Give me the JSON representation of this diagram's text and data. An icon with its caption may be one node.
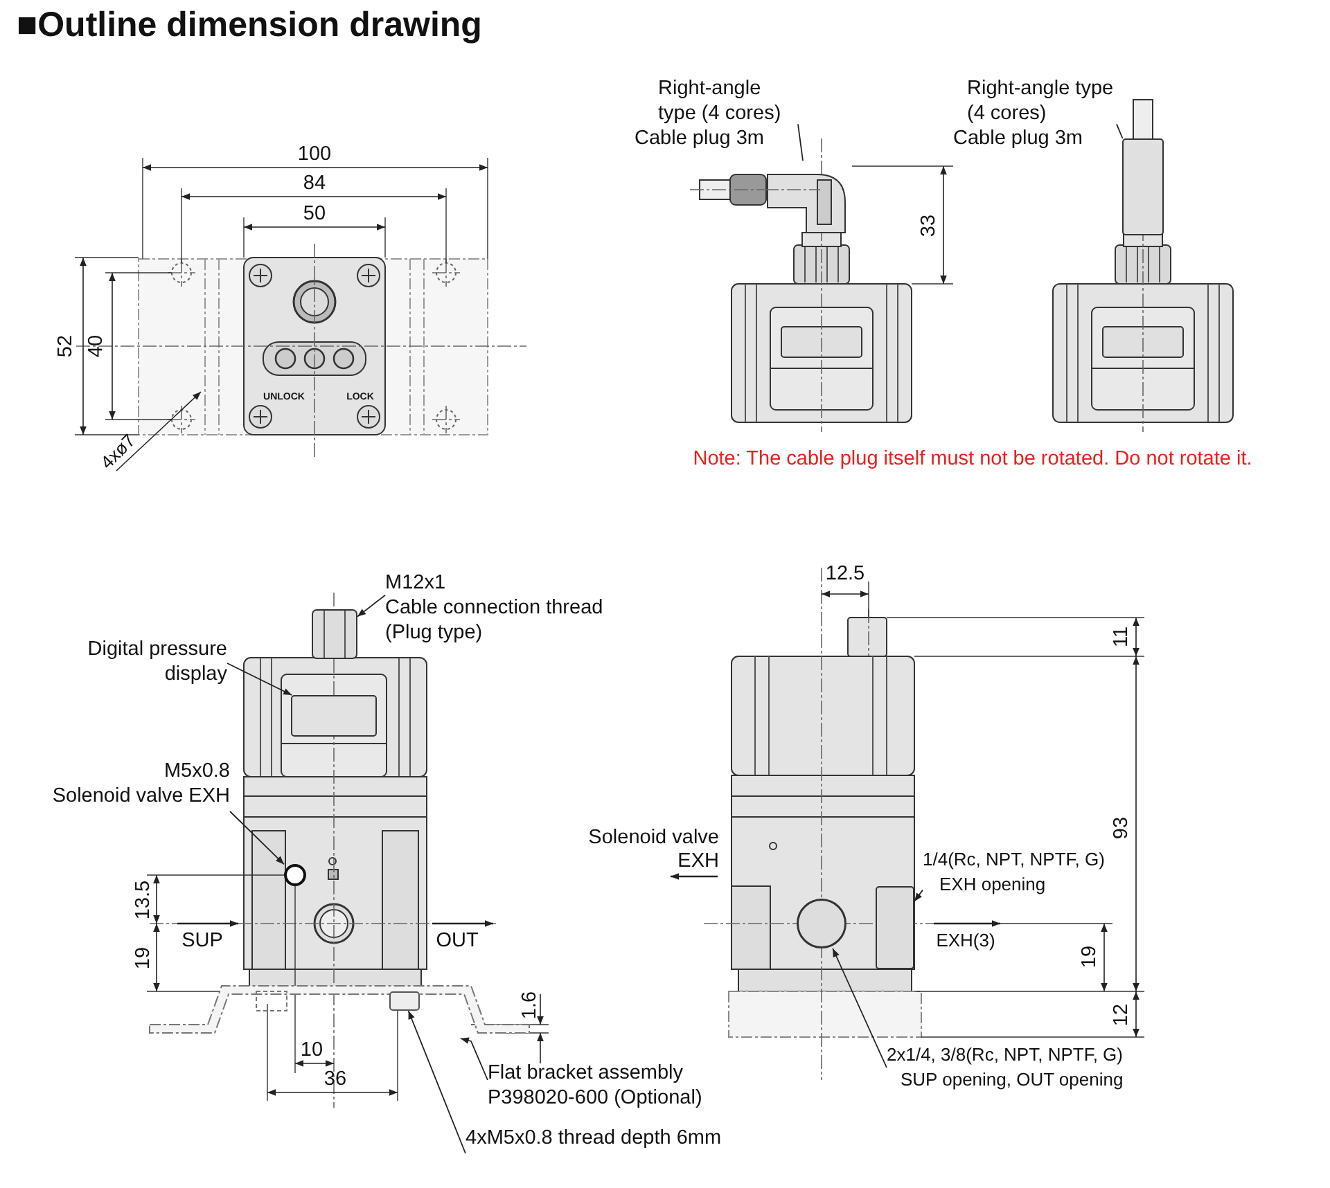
{
  "diagram": {
    "title": "■Outline dimension drawing",
    "nodes": [
      {
        "text": [
          "Right-angle type (4 cores)",
          "Cable plug 3m"
        ]
      },
      {
        "text": [],
        "shape": "picture"
      },
      {
        "text": [
          "Right-angle type (4 cores)",
          "Cable plug 3m"
        ]
      },
      {
        "text": [],
        "shape": "box"
      },
      {
        "text": [
          "M12x1",
          "Cable connection thread (Plug type)"
        ]
      },
      {
        "text": [],
        "shape": "picture"
      },
      {
        "text": [
          "Digital pressure display"
        ]
      },
      {
        "text": [],
        "shape": "box"
      },
      {
        "text": [
          "M5x0.8",
          "Solenoid valve EXH"
        ]
      },
      {
        "text": [],
        "shape": "circle"
      },
      {
        "text": [
          "Flat bracket assembly",
          "P398020-600 (Optional)"
        ]
      },
      {
        "text": [],
        "shape": "picture"
      },
      {
        "text": [
          "4xM5x0.8 thread depth 6mm"
        ]
      },
      {
        "text": [],
        "shape": "box",
        "in": 11
      },
      {
        "text": [
          "1/4(Rc, NPT, NPTF, G)",
          "EXH opening"
        ]
      },
      {
        "text": [],
        "shape": "box"
      },
      {
        "text": [
          "2x1/4, 3/8(Rc, NPT, NPTF, G)",
          "SUP opening, OUT opening"
        ]
      },
      {
        "text": [],
        "shape": "circle"
      }
    ],
    "edges": [
      {
        "from": 0,
        "to": 1,
        "arrow": "none"
      },
      {
        "from": 2,
        "to": 3,
        "arrow": "none"
      },
      {
        "from": 4,
        "to": 5,
        "arrow": "to"
      },
      {
        "from": 6,
        "to": 7,
        "arrow": "to"
      },
      {
        "from": 8,
        "to": 9,
        "arrow": "to"
      },
      {
        "from": 10,
        "to": 11,
        "arrow": "to"
      },
      {
        "from": 12,
        "to": 13,
        "arrow": "to"
      },
      {
        "from": 14,
        "to": 15,
        "arrow": "to"
      },
      {
        "from": 16,
        "to": 17,
        "arrow": "to"
      }
    ],
    "labels": [
      "100",
      "84",
      "50",
      "52",
      "40",
      "4xø7",
      "UNLOCK",
      "LOCK",
      "33",
      "Note: The cable plug itself must not be rotated. Do not rotate it.",
      "13.5",
      "SUP",
      "OUT",
      "19",
      "10",
      "36",
      "1.6",
      "12.5",
      "11",
      "93",
      "19",
      "12",
      "Solenoid valve EXH",
      "EXH(3)"
    ]
  }
}
